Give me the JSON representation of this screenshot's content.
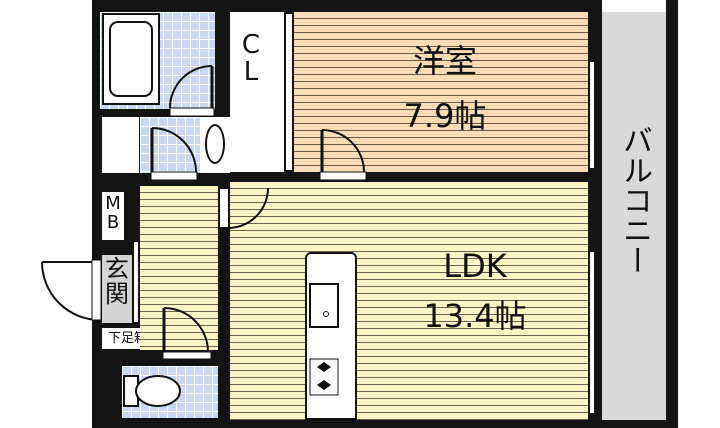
{
  "rooms": {
    "western_room": {
      "name": "洋室",
      "size": "7.9帖"
    },
    "ldk": {
      "name": "LDK",
      "size": "13.4帖"
    },
    "balcony": {
      "name": "バルコニー"
    },
    "closet": {
      "name": "CL"
    },
    "meter_box": {
      "name": "MB"
    },
    "entrance": {
      "name": "玄関"
    },
    "shoe_box": {
      "name": "下足箱"
    }
  },
  "colors": {
    "wall": "#141414",
    "western_room": "#f7dcb6",
    "ldk": "#fbf6c6",
    "tile": "#c9d7ef",
    "balcony": "#d9d9d9",
    "entrance": "#d4d4d4"
  }
}
